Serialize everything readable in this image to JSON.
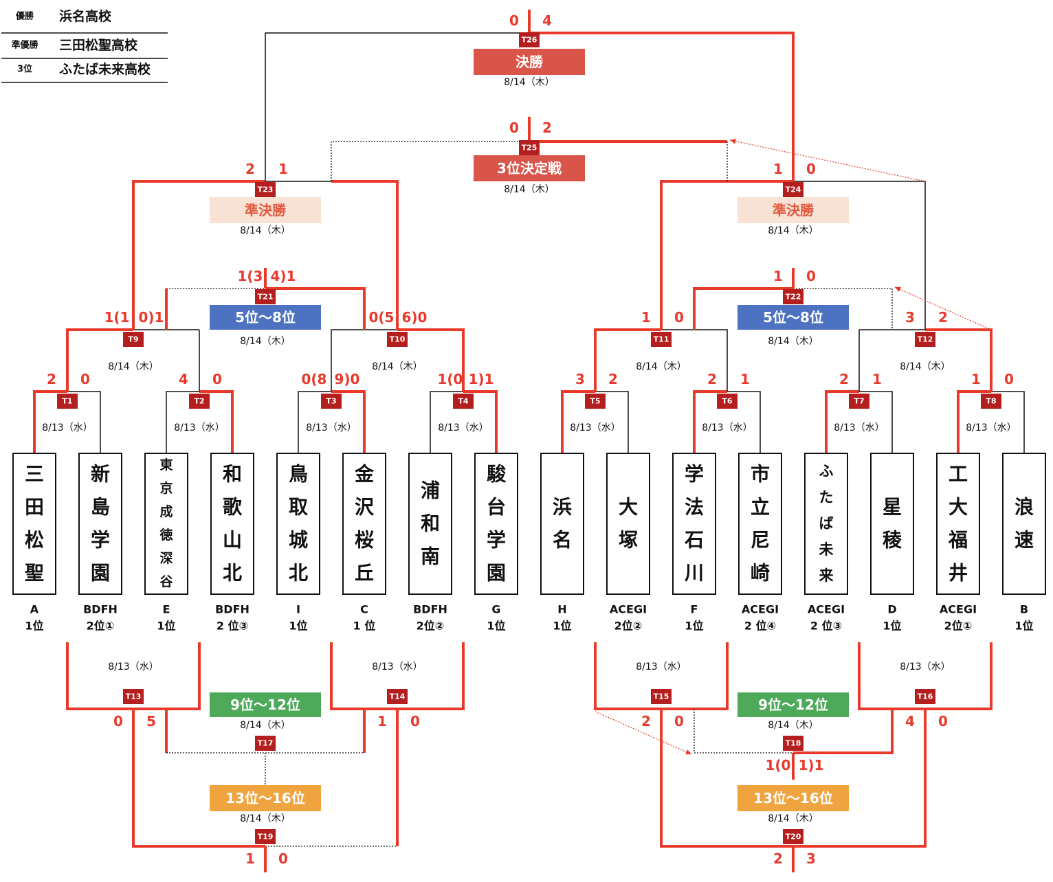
{
  "colors": {
    "win": "#e8392b",
    "tag": "#b41e1e",
    "final": "#d9554a",
    "semi_bg": "#f8e1d5",
    "semi_text": "#e05a3e",
    "blue": "#4d72c1",
    "green": "#4ea95a",
    "orange": "#efa440",
    "line": "#111111"
  },
  "results": [
    {
      "label": "優勝",
      "school": "浜名高校"
    },
    {
      "label": "準優勝",
      "school": "三田松聖高校"
    },
    {
      "label": "3位",
      "school": "ふたば未来高校"
    }
  ],
  "teams": [
    {
      "name": "三田松聖",
      "group": "A",
      "rank": "1位"
    },
    {
      "name": "新島学園",
      "group": "BDFH",
      "rank": "2位①"
    },
    {
      "name": "東京成徳深谷",
      "group": "E",
      "rank": "1位"
    },
    {
      "name": "和歌山北",
      "group": "BDFH",
      "rank": "2 位③"
    },
    {
      "name": "鳥取城北",
      "group": "I",
      "rank": "1位"
    },
    {
      "name": "金沢桜丘",
      "group": "C",
      "rank": "1 位"
    },
    {
      "name": "浦和南",
      "group": "BDFH",
      "rank": "2位②"
    },
    {
      "name": "駿台学園",
      "group": "G",
      "rank": "1位"
    },
    {
      "name": "浜名",
      "group": "H",
      "rank": "1位"
    },
    {
      "name": "大塚",
      "group": "ACEGI",
      "rank": "2位②"
    },
    {
      "name": "学法石川",
      "group": "F",
      "rank": "1位"
    },
    {
      "name": "市立尼崎",
      "group": "ACEGI",
      "rank": "2 位④"
    },
    {
      "name": "ふたば未来",
      "group": "ACEGI",
      "rank": "2 位③"
    },
    {
      "name": "星稜",
      "group": "D",
      "rank": "1位"
    },
    {
      "name": "工大福井",
      "group": "ACEGI",
      "rank": "2位①"
    },
    {
      "name": "浪速",
      "group": "B",
      "rank": "1位"
    }
  ],
  "match_tags": [
    "T1",
    "T2",
    "T3",
    "T4",
    "T5",
    "T6",
    "T7",
    "T8",
    "T9",
    "T10",
    "T11",
    "T12",
    "T13",
    "T14",
    "T15",
    "T16",
    "T17",
    "T18",
    "T19",
    "T20",
    "T21",
    "T22",
    "T23",
    "T24",
    "T25",
    "T26"
  ],
  "dates": [
    "8/13（水）",
    "8/14（木）"
  ],
  "round_labels": {
    "final": "決勝",
    "third": "3位決定戦",
    "semi": "準決勝",
    "fifth": "5位〜8位",
    "ninth": "9位〜12位",
    "thirteenth": "13位〜16位"
  },
  "scores": [
    "2",
    "0",
    "4",
    "0",
    "0(8",
    "9)0",
    "1(0",
    "1)1",
    "3",
    "2",
    "2",
    "1",
    "2",
    "1",
    "1",
    "0",
    "1(1",
    "0)1",
    "0(5",
    "6)0",
    "1",
    "0",
    "3",
    "2",
    "1(3",
    "4)1",
    "1",
    "0",
    "2",
    "1",
    "1",
    "0",
    "0",
    "2",
    "0",
    "4",
    "0",
    "5",
    "1",
    "0",
    "2",
    "0",
    "4",
    "0",
    "1(0",
    "1)1",
    "1",
    "0",
    "2",
    "3"
  ]
}
